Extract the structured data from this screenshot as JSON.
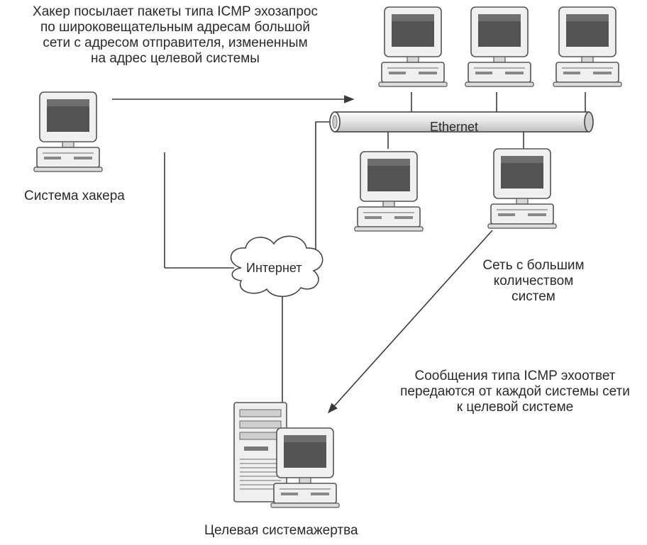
{
  "labels": {
    "attack_caption": [
      "Хакер посылает пакеты типа ICMP эхозапрос",
      "по широковещательным адресам большой",
      "сети с адресом отправителя, измененным",
      "на адрес целевой системы"
    ],
    "hacker_system": "Система хакера",
    "ethernet": "Ethernet",
    "internet": "Интернет",
    "network_caption": [
      "Сеть с большим",
      "количеством",
      "систем"
    ],
    "reply_caption": [
      "Сообщения типа ICMP эхоответ",
      "передаются от каждой системы сети",
      "к целевой системе"
    ],
    "target_caption": "Целевая системажертва"
  },
  "colors": {
    "line": "#3a3a3a",
    "screen": "#545454",
    "device_body": "#f2f2f2",
    "device_stroke": "#555555",
    "cloud_fill": "#ffffff"
  }
}
